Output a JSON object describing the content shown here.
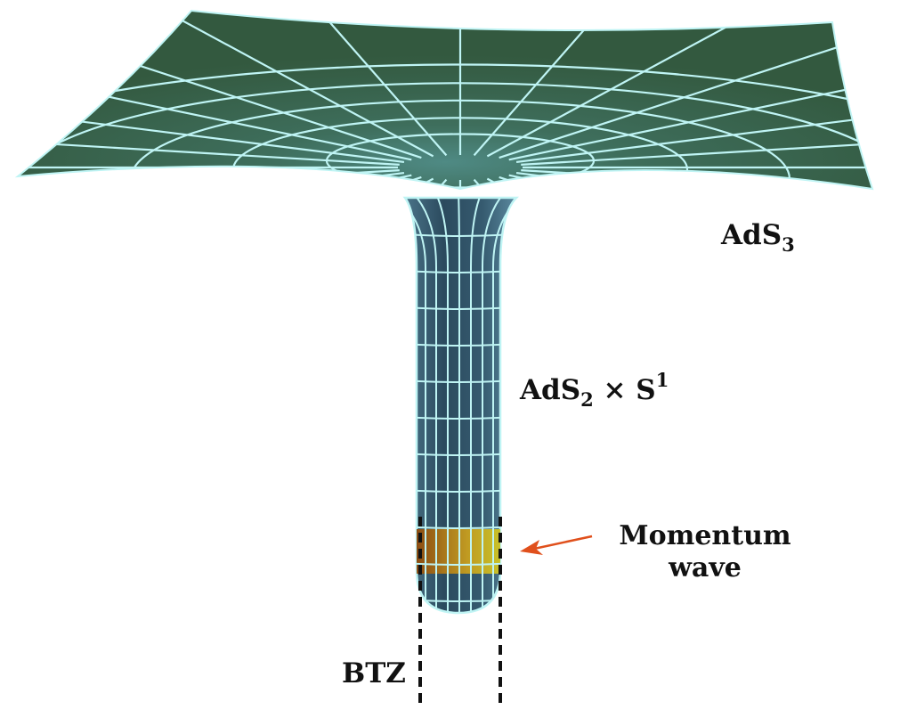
{
  "labels": {
    "ads3": {
      "base": "AdS",
      "sub": "3"
    },
    "ads2": {
      "base": "AdS",
      "sub": "2",
      "times": " × S",
      "sup": "1"
    },
    "momentum": {
      "line1": "Momentum",
      "line2": "wave"
    },
    "btz": "BTZ"
  },
  "colors": {
    "sheet": "#33593f",
    "grid": "#bff4f4",
    "tube": "#2a4a5e",
    "band_left": "#8a4a12",
    "band_right": "#c8c42a",
    "arrow": "#e0501c",
    "dash": "#111111"
  }
}
